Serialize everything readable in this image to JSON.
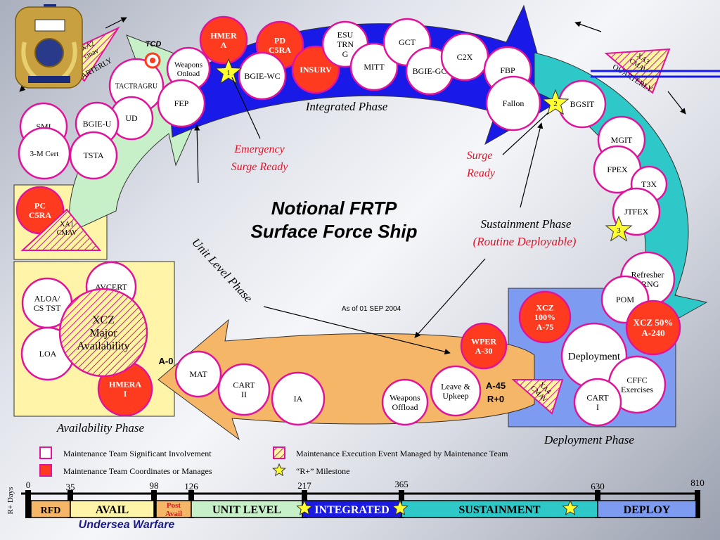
{
  "title": {
    "line1": "Notional FRTP",
    "line2": "Surface Force Ship"
  },
  "as_of": "As of 01 SEP 2004",
  "phase_labels": {
    "integrated": "Integrated Phase",
    "unit_level": "Unit Level Phase",
    "sustainment": "Sustainment Phase",
    "sustainment_sub": "(Routine Deployable)",
    "availability": "Availability Phase",
    "deployment": "Deployment Phase"
  },
  "callouts": {
    "emergency": [
      "Emergency",
      "Surge Ready"
    ],
    "surge": [
      "Surge",
      "Ready"
    ],
    "tcd": "TCD"
  },
  "quarterly": {
    "left": "QUARTERLY",
    "right": "QUARTERLY"
  },
  "circles": [
    {
      "lines": [
        "Weapons",
        "Onload"
      ],
      "style": "white"
    },
    {
      "lines": [
        "TACTRAGRU"
      ],
      "style": "white"
    },
    {
      "lines": [
        "FEP"
      ],
      "style": "white"
    },
    {
      "lines": [
        "UD"
      ],
      "style": "white"
    },
    {
      "lines": [
        "BGIE-U"
      ],
      "style": "white"
    },
    {
      "lines": [
        "SMI"
      ],
      "style": "white"
    },
    {
      "lines": [
        "3-M Cert"
      ],
      "style": "white"
    },
    {
      "lines": [
        "TSTA"
      ],
      "style": "white"
    },
    {
      "lines": [
        "HMER",
        "A"
      ],
      "style": "red"
    },
    {
      "lines": [
        "PD",
        "C5RA"
      ],
      "style": "red"
    },
    {
      "lines": [
        "INSURV"
      ],
      "style": "red"
    },
    {
      "lines": [
        "BGIE-WC"
      ],
      "style": "white"
    },
    {
      "lines": [
        "ESU",
        "TRN",
        "G"
      ],
      "style": "white"
    },
    {
      "lines": [
        "MITT"
      ],
      "style": "white"
    },
    {
      "lines": [
        "GCT"
      ],
      "style": "white"
    },
    {
      "lines": [
        "BGIE-GC"
      ],
      "style": "white"
    },
    {
      "lines": [
        "C2X"
      ],
      "style": "white"
    },
    {
      "lines": [
        "FBP"
      ],
      "style": "white"
    },
    {
      "lines": [
        "Fallon"
      ],
      "style": "white"
    },
    {
      "lines": [
        "BGSIT"
      ],
      "style": "white"
    },
    {
      "lines": [
        "MGIT"
      ],
      "style": "white"
    },
    {
      "lines": [
        "FPEX"
      ],
      "style": "white"
    },
    {
      "lines": [
        "T3X"
      ],
      "style": "white"
    },
    {
      "lines": [
        "JTFEX"
      ],
      "style": "white"
    },
    {
      "lines": [
        "Refresher",
        "TRNG"
      ],
      "style": "white"
    },
    {
      "lines": [
        "POM"
      ],
      "style": "white"
    },
    {
      "lines": [
        "XCZ",
        "100%",
        "A-75"
      ],
      "style": "red"
    },
    {
      "lines": [
        "XCZ 50%",
        "A-240"
      ],
      "style": "red"
    },
    {
      "lines": [
        "Deployment"
      ],
      "style": "white"
    },
    {
      "lines": [
        "CFFC",
        "Exercises"
      ],
      "style": "white"
    },
    {
      "lines": [
        "CART",
        "I"
      ],
      "style": "white"
    },
    {
      "lines": [
        "WPER",
        "A-30"
      ],
      "style": "red"
    },
    {
      "lines": [
        "Leave &",
        "Upkeep"
      ],
      "style": "white"
    },
    {
      "lines": [
        "Weapons",
        "Offload"
      ],
      "style": "white"
    },
    {
      "lines": [
        "IA"
      ],
      "style": "white"
    },
    {
      "lines": [
        "CART",
        "II"
      ],
      "style": "white"
    },
    {
      "lines": [
        "MAT"
      ],
      "style": "white"
    },
    {
      "lines": [
        "HMERA",
        "I"
      ],
      "style": "red"
    },
    {
      "lines": [
        "ALOA/",
        "CS TST"
      ],
      "style": "white"
    },
    {
      "lines": [
        "AVCERT"
      ],
      "style": "white"
    },
    {
      "lines": [
        "LOA"
      ],
      "style": "white"
    },
    {
      "lines": [
        "XCZ",
        "Major",
        "Availability"
      ],
      "style": "yellow"
    },
    {
      "lines": [
        "PC",
        "C5RA"
      ],
      "style": "red"
    }
  ],
  "cmav_labels": [
    {
      "lines": [
        "XA2",
        "cmav"
      ]
    },
    {
      "lines": [
        "XA3",
        "CMAV"
      ]
    },
    {
      "lines": [
        "XA1",
        "CMAV"
      ]
    },
    {
      "lines": [
        "XA4",
        "CMAV"
      ]
    }
  ],
  "milestones": [
    "1",
    "2",
    "3"
  ],
  "arrow_labels": {
    "a0": "A-0",
    "a45": "A-45",
    "r0": "R+0"
  },
  "legend": {
    "significant": "Maintenance Team Significant Involvement",
    "coordinates": "Maintenance Team Coordinates or Manages",
    "execution": "Maintenance Execution Event Managed by Maintenance Team",
    "milestone": "“R+” Milestone"
  },
  "timeline": {
    "axis_label": "R+ Days",
    "ticks": [
      "0",
      "35",
      "98",
      "126",
      "217",
      "365",
      "630",
      "810"
    ],
    "segments": [
      {
        "label": "RFD",
        "color": "#f5b668"
      },
      {
        "label": "AVAIL",
        "color": "#fff4a8"
      },
      {
        "label": "Post",
        "label2": "Avail",
        "color": "#f5b668"
      },
      {
        "label": "UNIT LEVEL",
        "color": "#c8f0c8"
      },
      {
        "label": "INTEGRATED",
        "color": "#1a1ae0"
      },
      {
        "label": "SUSTAINMENT",
        "color": "#2ec8c8"
      },
      {
        "label": "DEPLOY",
        "color": "#7d9bf0"
      }
    ]
  },
  "footer": "Undersea Warfare",
  "colors": {
    "integrated": "#1a1ae8",
    "sustainment": "#2ec8c8",
    "unit_level": "#c8f0c8",
    "availability": "#fff4a8",
    "deployment": "#7d9bf0",
    "return_arrow": "#f5b668",
    "red_event": "#ff3b1f",
    "outline_pink": "#e0139b",
    "text_red": "#e0142a"
  }
}
